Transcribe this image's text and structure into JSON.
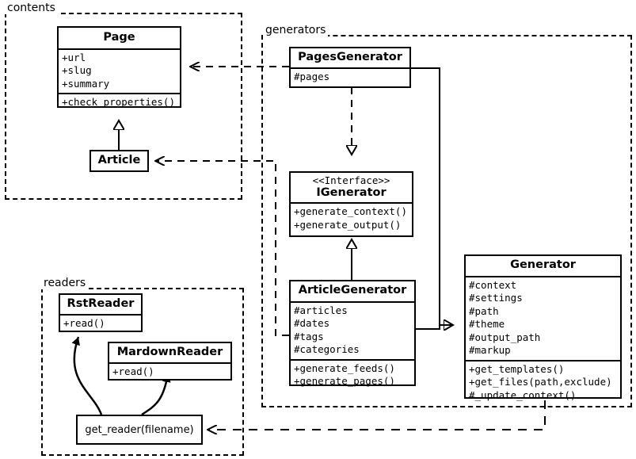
{
  "diagram": {
    "title": "UML class diagram",
    "background": "#ffffff",
    "line_color": "#000000"
  },
  "packages": [
    {
      "id": "contents",
      "label": "contents"
    },
    {
      "id": "generators",
      "label": "generators"
    },
    {
      "id": "readers",
      "label": "readers"
    }
  ],
  "classes": {
    "page": {
      "name": "Page",
      "attributes": [
        "+url",
        "+slug",
        "+summary"
      ],
      "methods": [
        "+check_properties()"
      ]
    },
    "article": {
      "name": "Article",
      "attributes": [],
      "methods": []
    },
    "pages_generator": {
      "name": "PagesGenerator",
      "attributes": [
        "#pages"
      ],
      "methods": []
    },
    "igenerator": {
      "stereotype": "<<Interface>>",
      "name": "IGenerator",
      "attributes": [],
      "methods": [
        "+generate_context()",
        "+generate_output()"
      ]
    },
    "article_generator": {
      "name": "ArticleGenerator",
      "attributes": [
        "#articles",
        "#dates",
        "#tags",
        "#categories"
      ],
      "methods": [
        "+generate_feeds()",
        "+generate_pages()"
      ]
    },
    "generator": {
      "name": "Generator",
      "attributes": [
        "#context",
        "#settings",
        "#path",
        "#theme",
        "#output_path",
        "#markup"
      ],
      "methods": [
        "+get_templates()",
        "+get_files(path,exclude)",
        "#_update_context()"
      ]
    },
    "rst_reader": {
      "name": "RstReader",
      "attributes": [],
      "methods": [
        "+read()"
      ]
    },
    "mardown_reader": {
      "name": "MardownReader",
      "attributes": [],
      "methods": [
        "+read()"
      ]
    },
    "get_reader": {
      "name": "get_reader(filename)"
    }
  },
  "relationships": [
    {
      "from": "PagesGenerator",
      "to": "Page",
      "type": "dependency",
      "style": "dashed-open-arrow"
    },
    {
      "from": "ArticleGenerator",
      "to": "Article",
      "type": "dependency",
      "style": "dashed-open-arrow"
    },
    {
      "from": "Article",
      "to": "Page",
      "type": "inheritance",
      "style": "solid-hollow-triangle"
    },
    {
      "from": "PagesGenerator",
      "to": "IGenerator",
      "type": "realization",
      "style": "dashed-hollow-triangle"
    },
    {
      "from": "ArticleGenerator",
      "to": "IGenerator",
      "type": "realization",
      "style": "solid-hollow-triangle"
    },
    {
      "from": "PagesGenerator",
      "to": "Generator",
      "type": "inheritance",
      "style": "solid-hollow-triangle"
    },
    {
      "from": "ArticleGenerator",
      "to": "Generator",
      "type": "inheritance",
      "style": "solid-hollow-triangle"
    },
    {
      "from": "Generator",
      "to": "get_reader(filename)",
      "type": "dependency",
      "style": "dashed-open-arrow"
    },
    {
      "from": "get_reader(filename)",
      "to": "RstReader",
      "type": "curved-arrow",
      "style": "solid-curved-arrow"
    },
    {
      "from": "get_reader(filename)",
      "to": "MardownReader",
      "type": "curved-arrow",
      "style": "solid-curved-arrow"
    }
  ]
}
